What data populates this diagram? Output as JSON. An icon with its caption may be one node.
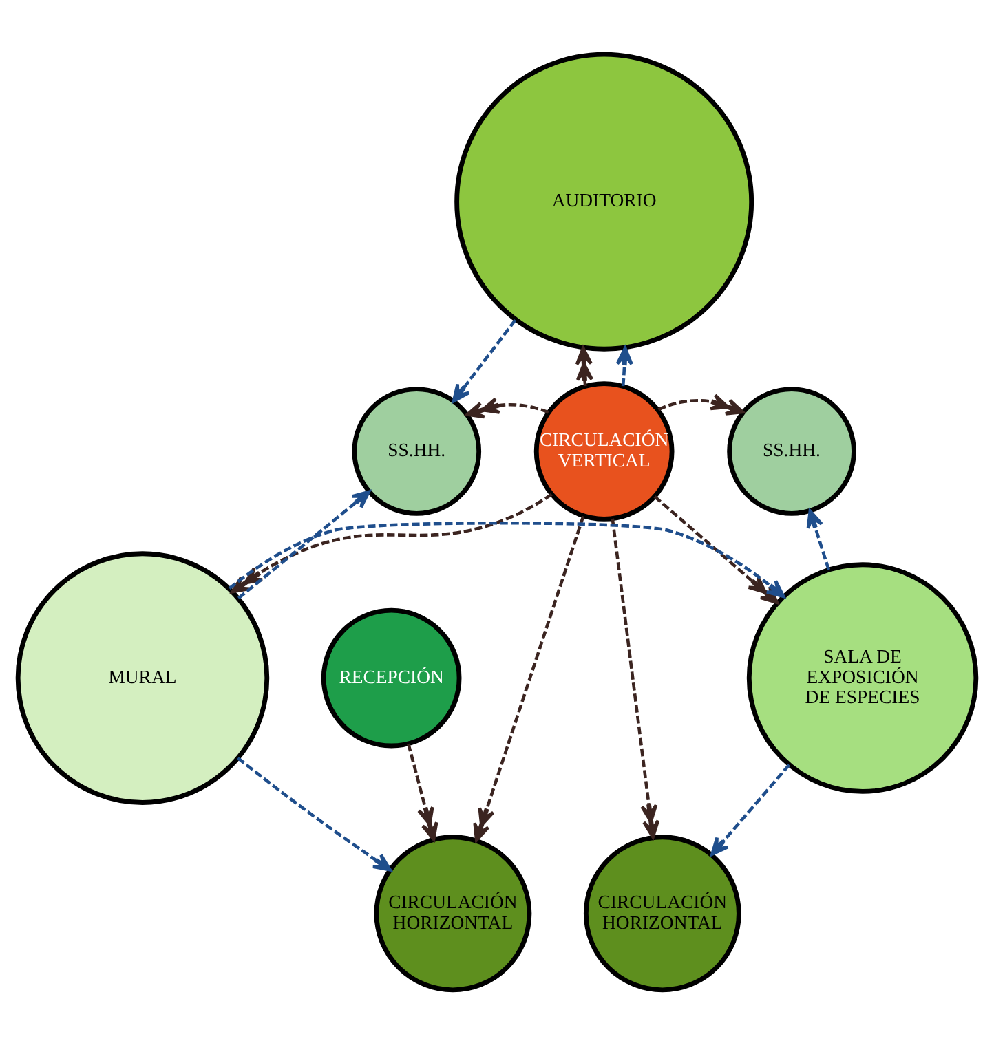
{
  "diagram": {
    "nodes": [
      {
        "text": [
          "AUDITORIO"
        ]
      },
      {
        "text": [
          "SS.HH."
        ]
      },
      {
        "text": [
          "SS.HH."
        ]
      },
      {
        "text": [
          "CIRCULACIÓN VERTICAL"
        ]
      },
      {
        "text": [
          "CIRCULACIÓN HORIZONTAL"
        ]
      },
      {
        "text": [
          "CIRCULACIÓN HORIZONTAL"
        ]
      },
      {
        "text": [
          "RECEPCIÓN"
        ]
      },
      {
        "text": [
          "MURAL"
        ]
      },
      {
        "text": [
          "SALA DE EXPOSICIÓN DE ESPECIES"
        ]
      }
    ],
    "edges": [
      {
        "from": 3,
        "to": 0,
        "arrow": "to",
        "style": "dashed"
      },
      {
        "from": 3,
        "to": 1,
        "arrow": "to",
        "style": "dashed"
      },
      {
        "from": 3,
        "to": 2,
        "arrow": "to",
        "style": "dashed"
      },
      {
        "from": 3,
        "to": 4,
        "arrow": "to",
        "style": "dashed"
      },
      {
        "from": 3,
        "to": 5,
        "arrow": "to",
        "style": "dashed"
      },
      {
        "from": 3,
        "to": 7,
        "arrow": "to",
        "style": "dashed"
      },
      {
        "from": 3,
        "to": 8,
        "arrow": "to",
        "style": "dashed"
      },
      {
        "from": 6,
        "to": 4,
        "arrow": "to",
        "style": "dashed"
      },
      {
        "from": 0,
        "to": 1,
        "arrow": "to",
        "style": "dashed",
        "color": "#1f4e8c"
      },
      {
        "from": 3,
        "to": 0,
        "arrow": "to",
        "style": "dashed",
        "color": "#1f4e8c"
      },
      {
        "from": 7,
        "to": 1,
        "arrow": "to",
        "style": "dashed",
        "color": "#1f4e8c"
      },
      {
        "from": 7,
        "to": 4,
        "arrow": "to",
        "style": "dashed",
        "color": "#1f4e8c"
      },
      {
        "from": 7,
        "to": 8,
        "arrow": "to",
        "style": "dashed",
        "color": "#1f4e8c"
      },
      {
        "from": 8,
        "to": 5,
        "arrow": "to",
        "style": "dashed",
        "color": "#1f4e8c"
      },
      {
        "from": 8,
        "to": 2,
        "arrow": "to",
        "style": "dashed",
        "color": "#1f4e8c"
      }
    ]
  }
}
